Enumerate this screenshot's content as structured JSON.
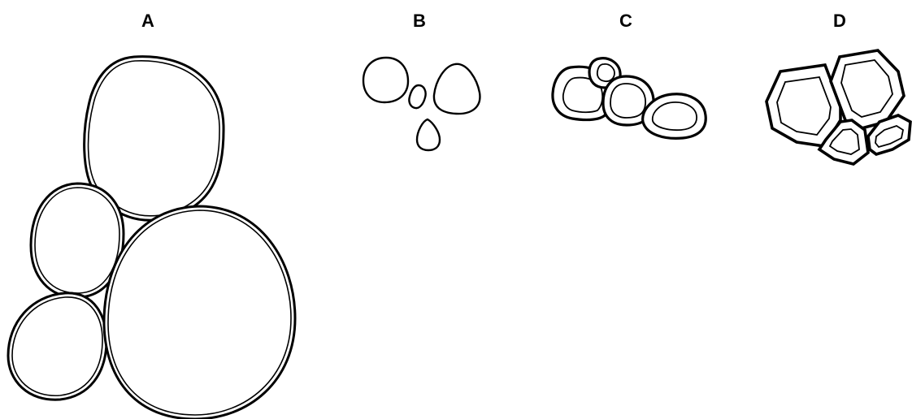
{
  "panels": {
    "a": {
      "label": "A"
    },
    "b": {
      "label": "B"
    },
    "c": {
      "label": "C"
    },
    "d": {
      "label": "D"
    }
  },
  "colors": {
    "background": "#ffffff",
    "stroke": "#000000"
  }
}
